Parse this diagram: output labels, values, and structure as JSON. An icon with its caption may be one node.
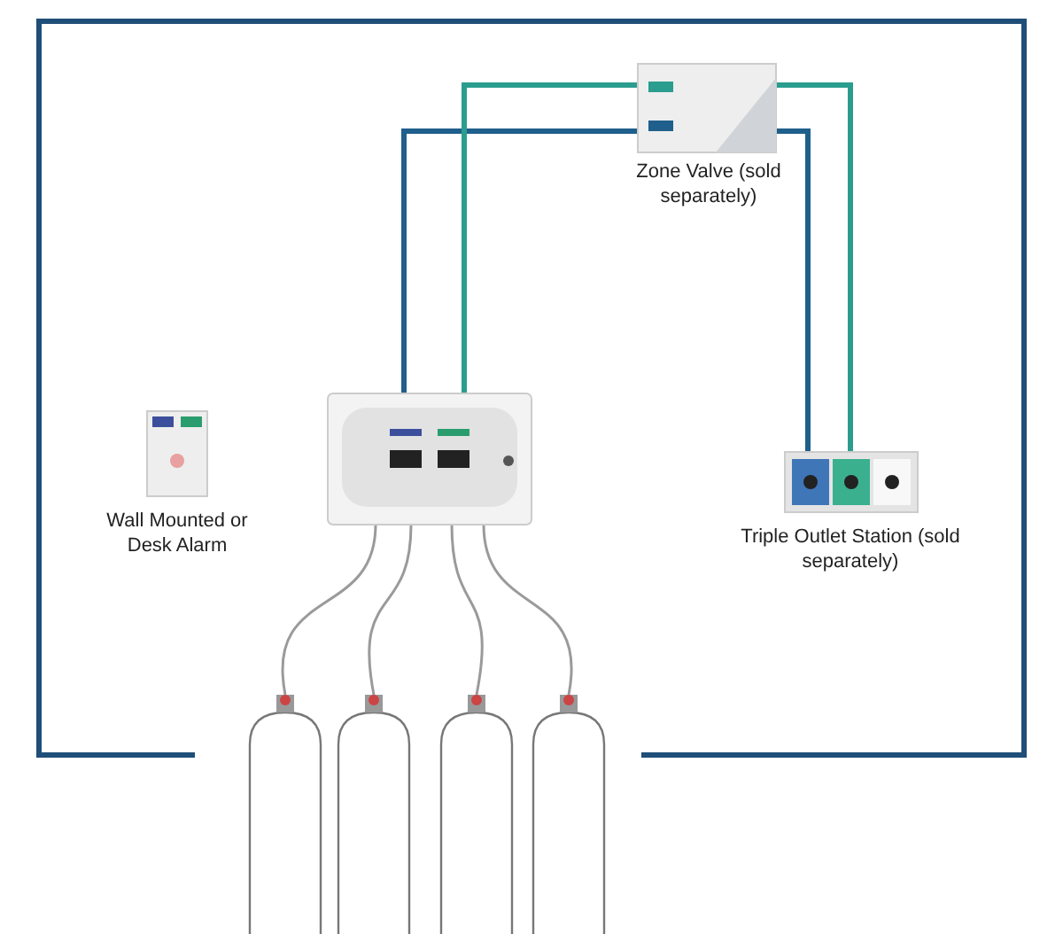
{
  "diagram": {
    "nodes": [
      {
        "text": [
          "Zone Valve (sold separately)"
        ]
      },
      {
        "text": [
          "Wall Mounted or Desk Alarm"
        ]
      },
      {
        "text": [],
        "shape": "picture"
      },
      {
        "text": [
          "Triple Outlet Station (sold separately)"
        ]
      },
      {
        "text": [],
        "shape": "cylinder"
      },
      {
        "text": [],
        "shape": "cylinder"
      },
      {
        "text": [],
        "shape": "cylinder"
      },
      {
        "text": [],
        "shape": "cylinder"
      }
    ],
    "edges": [
      {
        "from": 2,
        "to": 0,
        "arrow": "none",
        "style": "thick",
        "color": "#1f5f8b"
      },
      {
        "from": 2,
        "to": 0,
        "arrow": "none",
        "style": "thick",
        "color": "#2a9d8f"
      },
      {
        "from": 0,
        "to": 3,
        "arrow": "none",
        "style": "thick",
        "color": "#2a9d8f"
      },
      {
        "from": 0,
        "to": 3,
        "arrow": "none",
        "style": "thick",
        "color": "#1f5f8b"
      },
      {
        "from": 4,
        "to": 2,
        "arrow": "none",
        "color": "#9a9a9a"
      },
      {
        "from": 5,
        "to": 2,
        "arrow": "none",
        "color": "#9a9a9a"
      },
      {
        "from": 6,
        "to": 2,
        "arrow": "none",
        "color": "#9a9a9a"
      },
      {
        "from": 7,
        "to": 2,
        "arrow": "none",
        "color": "#9a9a9a"
      }
    ]
  }
}
